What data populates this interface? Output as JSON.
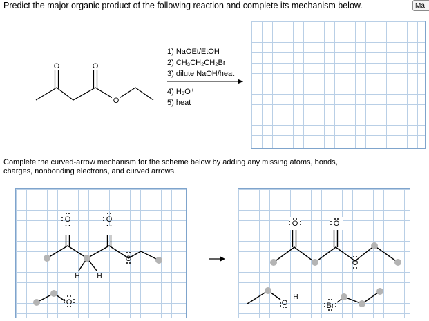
{
  "question": {
    "prompt": "Predict the major organic product of the following reaction and complete its mechanism below.",
    "edge_button_label": "Ma"
  },
  "reaction": {
    "conditions_top": [
      "1) NaOEt/EtOH",
      "2) CH₃CH₂CH₂Br",
      "3) dilute NaOH/heat"
    ],
    "conditions_bottom": [
      "4) H₃O⁺",
      "5) heat"
    ]
  },
  "mechanism": {
    "instructions_line1": "Complete the curved-arrow mechanism for the scheme below by adding any missing atoms, bonds,",
    "instructions_line2": "charges, nonbonding electrons, and curved arrows.",
    "reaction_arrow": "→"
  },
  "atom_labels": {
    "oxygen": "O",
    "hydrogen": "H",
    "bromine": "Br"
  },
  "colors": {
    "grid_border": "#7fa4cc",
    "grid_line": "#b9cfe6",
    "bond": "#000000",
    "atom_handle": "#b4b4b4"
  }
}
